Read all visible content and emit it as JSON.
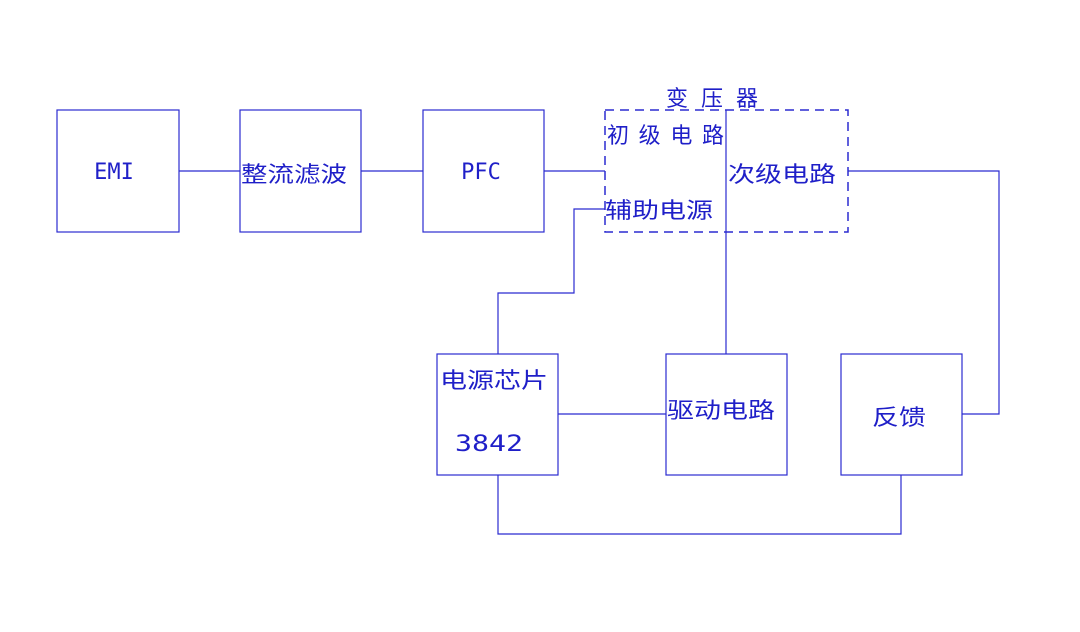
{
  "blocks": {
    "emi": "EMI",
    "rectifier_filter": "整流滤波",
    "pfc": "PFC",
    "power_chip": "电源芯片",
    "chip_model": "3842",
    "drive_circuit": "驱动电路",
    "feedback": "反馈"
  },
  "transformer": {
    "title": "变压器",
    "primary": "初级电路",
    "auxiliary": "辅助电源",
    "secondary": "次级电路"
  },
  "colors": {
    "line": "#2b2bd0",
    "text": "#1f1fc8",
    "background": "#ffffff"
  }
}
